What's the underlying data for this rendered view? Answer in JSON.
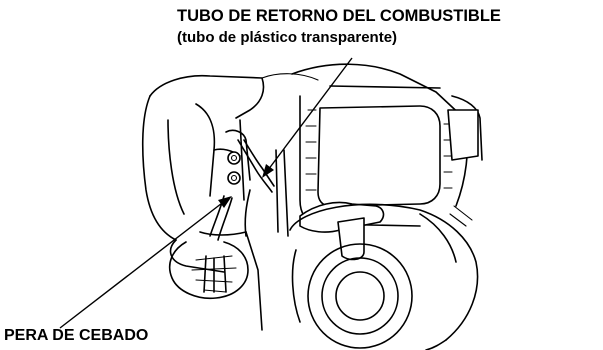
{
  "labels": {
    "fuel_return_tube": "TUBO DE RETORNO DEL COMBUSTIBLE",
    "fuel_return_tube_note": "(tubo de plástico transparente)",
    "primer_bulb": "PERA DE CEBADO"
  },
  "colors": {
    "line": "#000000",
    "background": "#ffffff"
  }
}
